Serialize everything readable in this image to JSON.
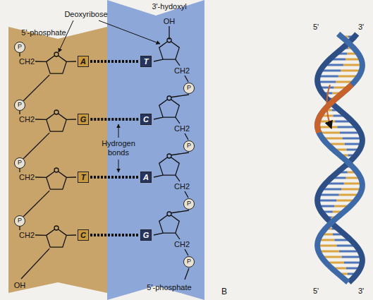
{
  "diagram": {
    "nodes": [
      {
        "text": [
          "A"
        ]
      },
      {
        "text": [
          "G"
        ]
      },
      {
        "text": [
          "T"
        ]
      },
      {
        "text": [
          "C"
        ]
      },
      {
        "text": [
          "T"
        ]
      },
      {
        "text": [
          "C"
        ]
      },
      {
        "text": [
          "A"
        ]
      },
      {
        "text": [
          "G"
        ]
      },
      {
        "text": [
          "P"
        ]
      },
      {
        "text": [
          "P"
        ]
      },
      {
        "text": [
          "P"
        ]
      },
      {
        "text": [
          "P"
        ]
      },
      {
        "text": [
          "P"
        ]
      },
      {
        "text": [
          "P"
        ]
      },
      {
        "text": [
          "P"
        ]
      },
      {
        "text": [
          "P"
        ]
      }
    ],
    "edges": [
      {
        "from": 0,
        "to": 4,
        "arrow": "none"
      },
      {
        "from": 1,
        "to": 5,
        "arrow": "none"
      },
      {
        "from": 2,
        "to": 6,
        "arrow": "none"
      },
      {
        "from": 3,
        "to": 7,
        "arrow": "none"
      }
    ],
    "labels": [
      "5'-phosphate",
      "Deoxyribose",
      "3'-hydoxyl",
      "OH",
      "Hydrogen bonds",
      "CH2",
      "CH2",
      "CH2",
      "CH2",
      "CH2",
      "CH2",
      "CH2",
      "CH2",
      "OH",
      "5'-phosphate",
      "B",
      "5'",
      "3'",
      "5'",
      "3'"
    ]
  }
}
